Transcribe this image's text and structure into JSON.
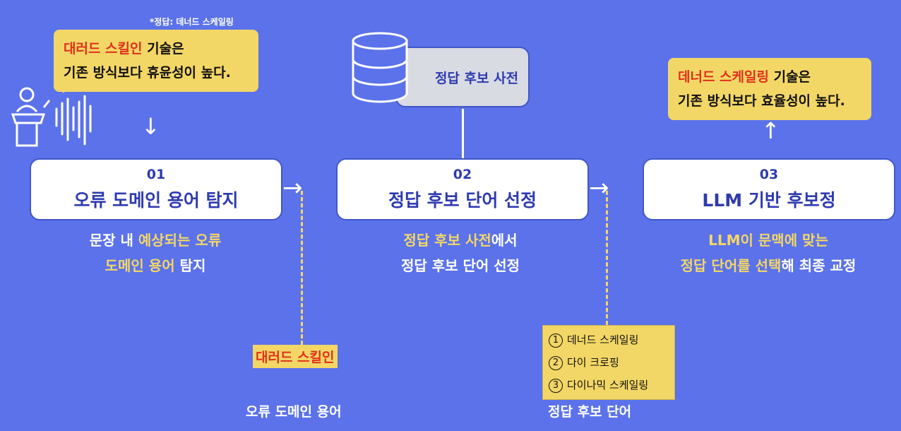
{
  "note": "*정답: 데너드 스케일링",
  "speech": {
    "line1_red": "대러드 스킬인",
    "line1_rest": " 기술은",
    "line2": "기존 방식보다 휴윤성이 높다."
  },
  "result": {
    "line1_red": "데너드 스케일링",
    "line1_rest": " 기술은",
    "line2": "기존 방식보다 효율성이 높다."
  },
  "dictionary": "정답 후보 사전",
  "steps": [
    {
      "num": "01",
      "title": "오류 도메인 용어 탐지"
    },
    {
      "num": "02",
      "title": "정답 후보 단어 선정"
    },
    {
      "num": "03",
      "title": "LLM 기반 후보정"
    }
  ],
  "desc1": {
    "a": "문장 내 ",
    "b": "예상되는 오류",
    "c": "도메인 용어",
    "d": " 탐지"
  },
  "desc2": {
    "a": "정답 후보 사전",
    "b": "에서",
    "c": "정답 후보 단어 선정"
  },
  "desc3": {
    "a": "LLM이 문맥에 맞는",
    "b": "정답 단어를 선택",
    "c": "해 최종 교정"
  },
  "error_term": "대러드 스킬인",
  "candidates": [
    {
      "n": "1",
      "text": "데너드 스케일링"
    },
    {
      "n": "2",
      "text": "다이 크로핑"
    },
    {
      "n": "3",
      "text": "다이나믹 스케일링"
    }
  ],
  "bottom_labels": {
    "error": "오류 도메인 용어",
    "candidate": "정답 후보 단어"
  },
  "arrows": {
    "down": "↓",
    "right": "→",
    "up": "↑"
  },
  "colors": {
    "background": "#5b72ea",
    "highlight": "#f3d766",
    "error_red": "#e0301e",
    "step_text": "#2e3bb0"
  }
}
